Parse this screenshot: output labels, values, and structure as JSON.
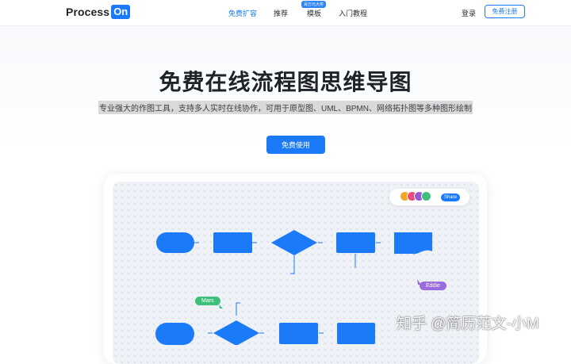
{
  "header": {
    "logo_text": "Process",
    "logo_badge": "On",
    "nav": [
      {
        "label": "免费扩容",
        "active": true
      },
      {
        "label": "推荐",
        "active": false
      },
      {
        "label": "模板",
        "active": false
      },
      {
        "label": "入门教程",
        "active": false
      }
    ],
    "template_badge": "百万元大奖",
    "login_label": "登录",
    "register_label": "免费注册"
  },
  "hero": {
    "title": "免费在线流程图思维导图",
    "subtitle": "专业强大的作图工具，支持多人实时在线协作，可用于原型图、UML、BPMN、网络拓扑图等多种图形绘制",
    "cta_label": "免费使用"
  },
  "canvas": {
    "share_label": "Share",
    "collaborators": [
      "Eddie",
      "Mars"
    ],
    "avatar_colors": [
      "#f5a623",
      "#e94b7b",
      "#9b59d0",
      "#3fbf7f"
    ]
  },
  "colors": {
    "accent": "#1a7af8",
    "eddie_tag": "#9b6be0",
    "mars_tag": "#3ec07a"
  },
  "watermark": "知乎 @简历范文-小M"
}
